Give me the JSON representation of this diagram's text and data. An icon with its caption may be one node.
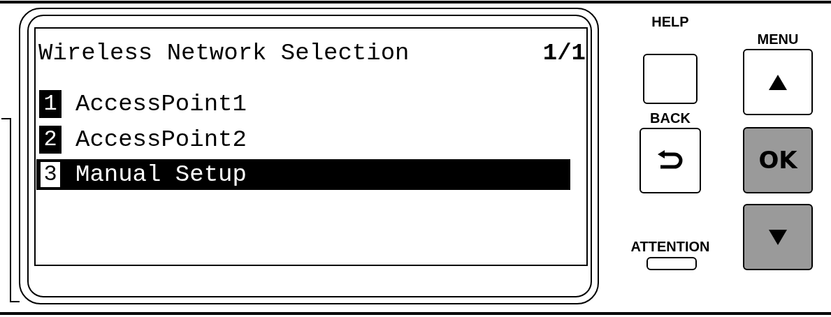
{
  "diagram": {
    "labels": [
      "Wireless Network Selection",
      "1/1",
      "1",
      "AccessPoint1",
      "2",
      "AccessPoint2",
      "3",
      "Manual Setup",
      "HELP",
      "MENU",
      "BACK",
      "OK",
      "ATTENTION"
    ]
  }
}
